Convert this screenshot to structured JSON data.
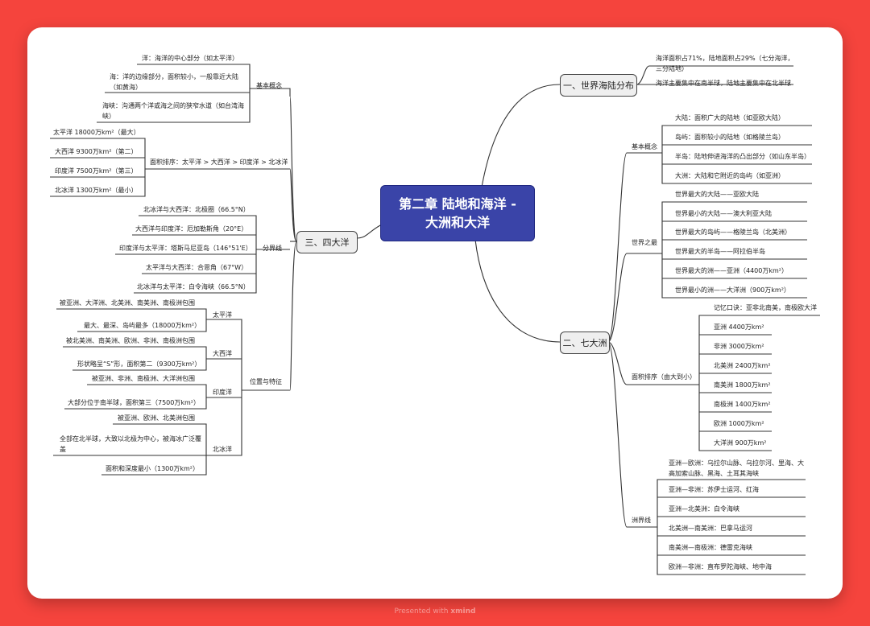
{
  "central": {
    "line1": "第二章 陆地和海洋 -",
    "line2": "大洲和大洋"
  },
  "footer": {
    "prefix": "Presented with",
    "brand": "xmind"
  },
  "b1": {
    "title": "一、世界海陆分布",
    "items": [
      "海洋面积占71%，陆地面积占29%（七分海洋，三分陆地）",
      "海洋主要集中在南半球，陆地主要集中在北半球"
    ]
  },
  "b2": {
    "title": "二、七大洲",
    "g1": {
      "title": "基本概念",
      "items": [
        "大陆：面积广大的陆地（如亚欧大陆）",
        "岛屿：面积较小的陆地（如格陵兰岛）",
        "半岛：陆地伸进海洋的凸出部分（如山东半岛）",
        "大洲：大陆和它附近的岛屿（如亚洲）"
      ]
    },
    "g2": {
      "title": "世界之最",
      "items": [
        "世界最大的大陆——亚欧大陆",
        "世界最小的大陆——澳大利亚大陆",
        "世界最大的岛屿——格陵兰岛（北美洲）",
        "世界最大的半岛——阿拉伯半岛",
        "世界最大的洲——亚洲（4400万km²）",
        "世界最小的洲——大洋洲（900万km²）"
      ]
    },
    "g3": {
      "title": "面积排序（由大到小）",
      "items": [
        "记忆口诀：亚非北南美，南极欧大洋",
        "亚洲 4400万km²",
        "非洲 3000万km²",
        "北美洲 2400万km²",
        "南美洲 1800万km²",
        "南极洲 1400万km²",
        "欧洲 1000万km²",
        "大洋洲 900万km²"
      ]
    },
    "g4": {
      "title": "洲界线",
      "items": [
        "亚洲—欧洲：乌拉尔山脉、乌拉尔河、里海、大高加索山脉、黑海、土耳其海峡",
        "亚洲—非洲：苏伊士运河、红海",
        "亚洲—北美洲：白令海峡",
        "北美洲—南美洲：巴拿马运河",
        "南美洲—南极洲：德雷克海峡",
        "欧洲—非洲：直布罗陀海峡、地中海"
      ]
    }
  },
  "b3": {
    "title": "三、四大洋",
    "g1": {
      "title": "基本概念",
      "items": [
        "洋：海洋的中心部分（如太平洋）",
        "海：洋的边缘部分，面积较小，一般靠近大陆（如黄海）",
        "海峡：沟通两个洋或海之间的狭窄水道（如台湾海峡）"
      ]
    },
    "g2": {
      "title": "面积排序：太平洋 > 大西洋 > 印度洋 > 北冰洋",
      "items": [
        "太平洋 18000万km²（最大）",
        "大西洋 9300万km²（第二）",
        "印度洋 7500万km²（第三）",
        "北冰洋 1300万km²（最小）"
      ]
    },
    "g3": {
      "title": "分界线",
      "items": [
        "北冰洋与大西洋：北极圈（66.5°N）",
        "大西洋与印度洋：厄加勒斯角（20°E）",
        "印度洋与太平洋：塔斯马尼亚岛（146°51'E）",
        "太平洋与大西洋：合恩角（67°W）",
        "北冰洋与太平洋：白令海峡（66.5°N）"
      ]
    },
    "g4": {
      "title": "位置与特征",
      "pacific": {
        "title": "太平洋",
        "items": [
          "被亚洲、大洋洲、北美洲、南美洲、南极洲包围",
          "最大、最深、岛屿最多（18000万km²）"
        ]
      },
      "atlantic": {
        "title": "大西洋",
        "items": [
          "被北美洲、南美洲、欧洲、非洲、南极洲包围",
          "形状略呈“S”形，面积第二（9300万km²）"
        ]
      },
      "indian": {
        "title": "印度洋",
        "items": [
          "被亚洲、非洲、南极洲、大洋洲包围",
          "大部分位于南半球，面积第三（7500万km²）"
        ]
      },
      "arctic": {
        "title": "北冰洋",
        "items": [
          "被亚洲、欧洲、北美洲包围",
          "全部在北半球，大致以北极为中心，被海冰广泛覆盖",
          "面积和深度最小（1300万km²）"
        ]
      }
    }
  }
}
